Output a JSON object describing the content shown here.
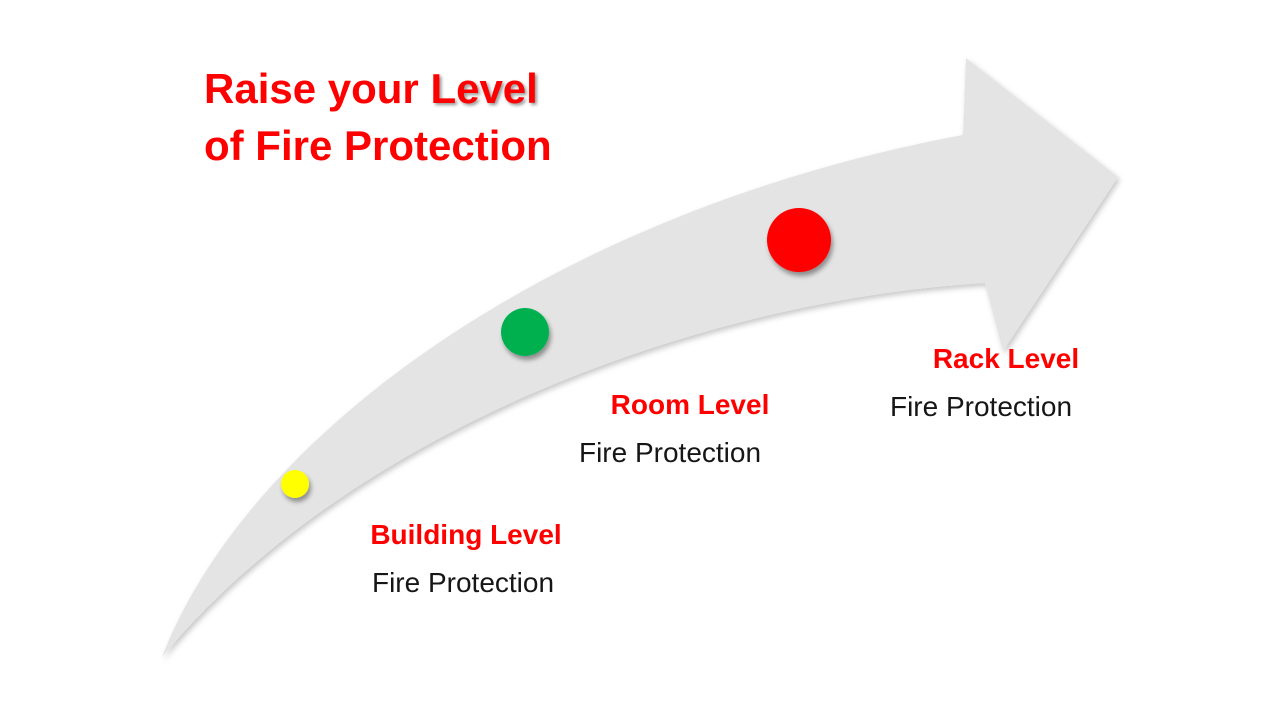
{
  "slide_title": {
    "line1_prefix": "Raise your ",
    "line1_emphasis": "Level",
    "line2": "of Fire Protection",
    "color": "#FF0000"
  },
  "arrow": {
    "description": "gray curved swoosh arrow rising from bottom-left to top-right",
    "fill": "#E4E4E4"
  },
  "levels": [
    {
      "label": "Building Level",
      "sublabel": "Fire Protection",
      "marker_color": "#FFFF00",
      "marker_size": "small"
    },
    {
      "label": "Room Level",
      "sublabel": "Fire Protection",
      "marker_color": "#00B050",
      "marker_size": "medium"
    },
    {
      "label": "Rack Level",
      "sublabel": "Fire Protection",
      "marker_color": "#FF0000",
      "marker_size": "large"
    }
  ],
  "colors": {
    "title_red": "#FF0000",
    "label_red": "#FF0000",
    "body_text": "#161616",
    "arrow_gray": "#E4E4E4",
    "background": "#FFFFFF"
  }
}
